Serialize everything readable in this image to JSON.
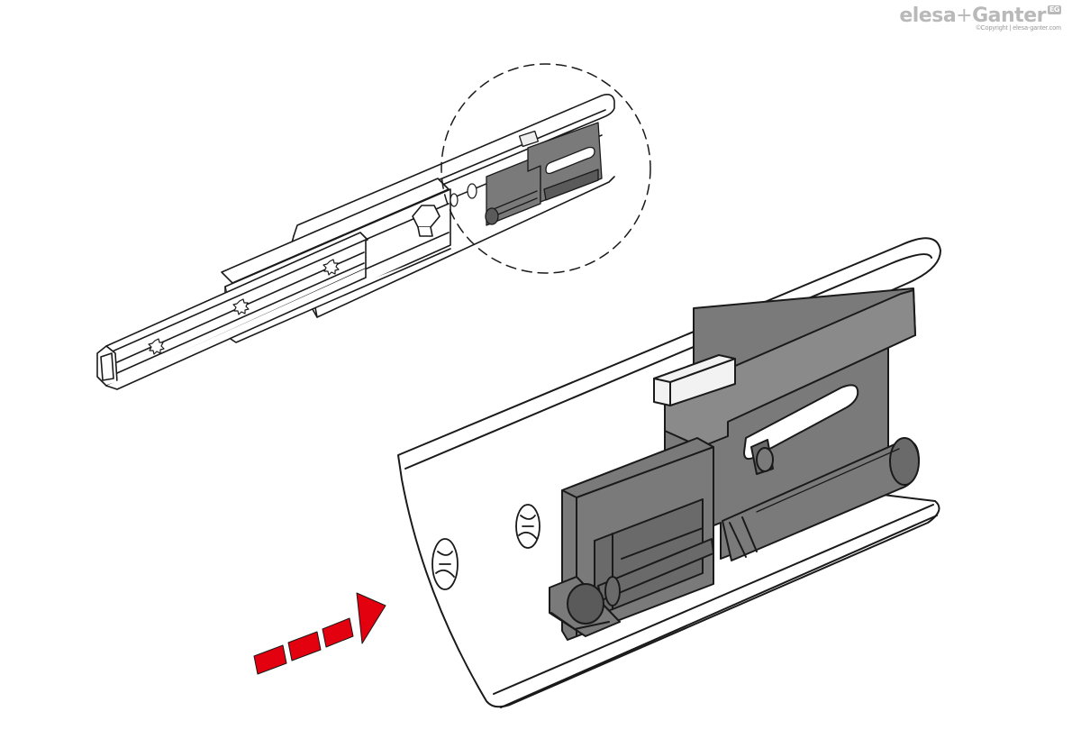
{
  "logo": {
    "brand_part1": "elesa",
    "plus": "+",
    "brand_part2": "Ganter",
    "badge": "EG",
    "copyright": "©Copyright | elesa-ganter.com"
  },
  "colors": {
    "outline": "#1a1a1a",
    "rail_fill": "#ffffff",
    "mechanism_fill": "#7a7a7a",
    "mechanism_dark": "#5a5a5a",
    "tab_fill": "#f2f2f2",
    "arrow_red": "#e3000f",
    "logo_gray": "#b9b9b9"
  },
  "components": [
    "telescopic-slide-overview",
    "detail-magnifier-circle",
    "rail-detail-enlarged",
    "damper-mechanism",
    "direction-arrow"
  ]
}
